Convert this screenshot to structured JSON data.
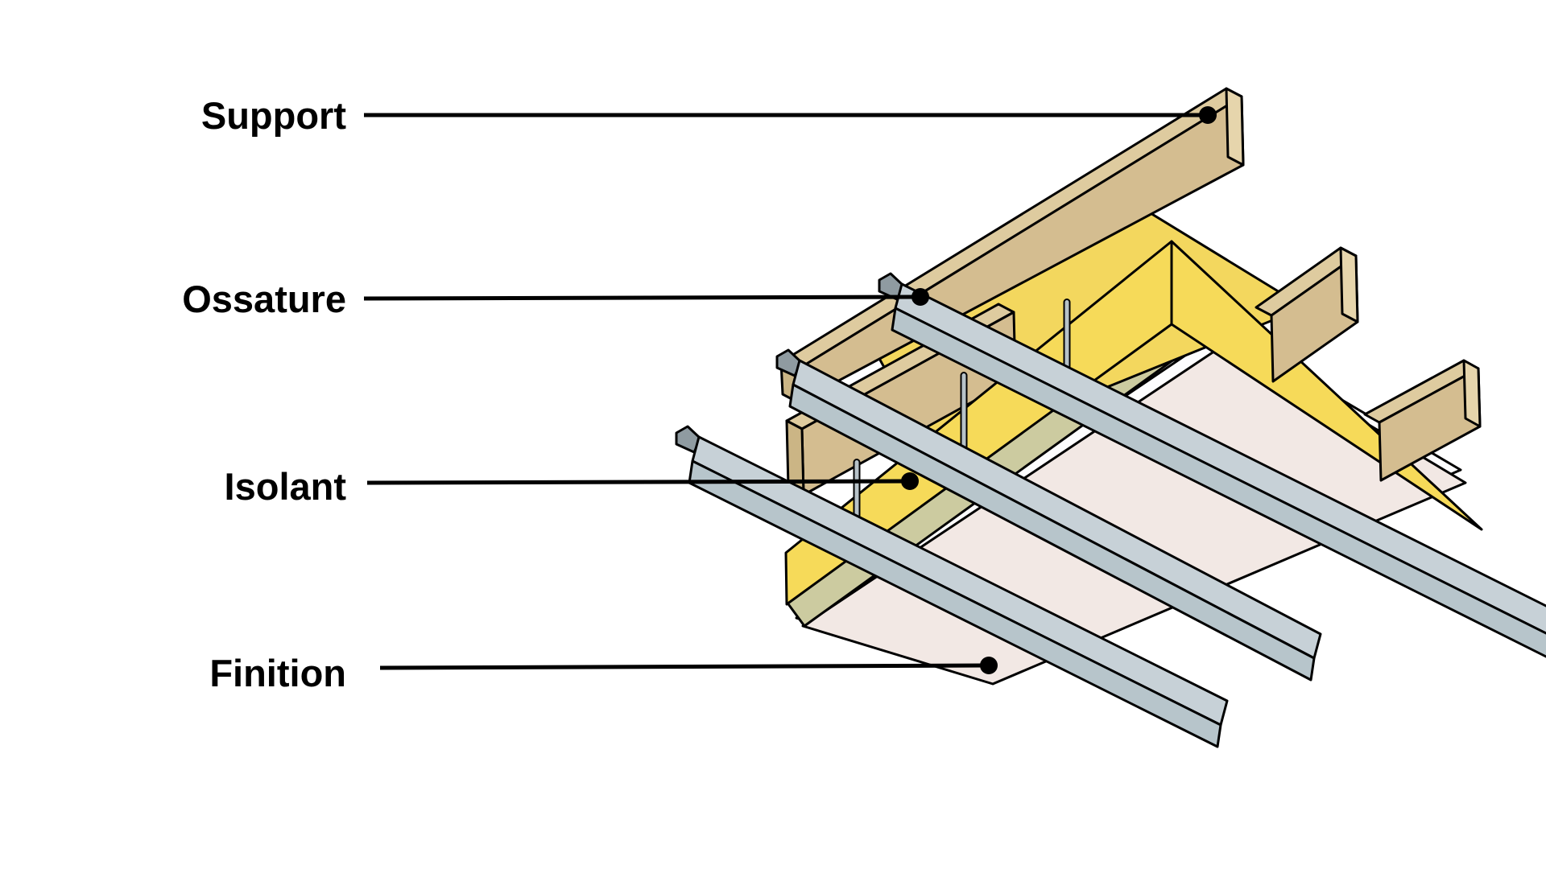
{
  "figure": {
    "background": "#ffffff",
    "labels": [
      {
        "id": "support",
        "text": "Support"
      },
      {
        "id": "ossature",
        "text": "Ossature"
      },
      {
        "id": "isolant",
        "text": "Isolant"
      },
      {
        "id": "finition",
        "text": "Finition"
      }
    ],
    "palette": {
      "outline": "#000000",
      "leader": "#000000",
      "wood_top": "#DECB9F",
      "wood_side": "#D4BD90",
      "wood_end": "#E6D5AC",
      "wood_cut": "#CBB585",
      "insulation_side": "#F6DA59",
      "insulation_top": "#F3D75E",
      "insulation_underside": "#CCCBA0",
      "board_edge": "#FDFDFE",
      "board_face": "#F2E8E4",
      "channel_top": "#C7D1D7",
      "channel_side": "#B7C5CB",
      "channel_lip": "#8F9BA1",
      "hanger_rod": "#B7C2C8"
    }
  }
}
